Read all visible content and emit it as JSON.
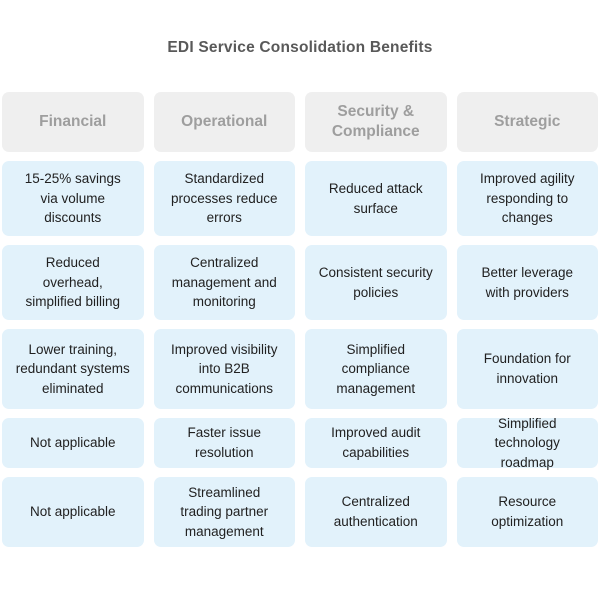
{
  "colors": {
    "background": "#ffffff",
    "title_text": "#595959",
    "header_bg": "#efefef",
    "header_text": "#9e9e9e",
    "cell_bg": "#e2f2fb",
    "cell_text": "#212121"
  },
  "chart_data": {
    "type": "table",
    "title": "EDI Service Consolidation Benefits",
    "columns": [
      "Financial",
      "Operational",
      "Security & Compliance",
      "Strategic"
    ],
    "rows": [
      [
        "15-25% savings via volume discounts",
        "Standardized processes reduce errors",
        "Reduced attack surface",
        "Improved agility responding to changes"
      ],
      [
        "Reduced overhead, simplified billing",
        "Centralized management and monitoring",
        "Consistent security policies",
        "Better leverage with providers"
      ],
      [
        "Lower training, redundant systems eliminated",
        "Improved visibility into B2B communications",
        "Simplified compliance management",
        "Foundation for innovation"
      ],
      [
        "Not applicable",
        "Faster issue resolution",
        "Improved audit capabilities",
        "Simplified technology roadmap"
      ],
      [
        "Not applicable",
        "Streamlined trading partner management",
        "Centralized authentication",
        "Resource optimization"
      ]
    ],
    "layout": {
      "legend": "none",
      "grid": "off",
      "header_row": true,
      "num_columns": 4,
      "num_data_rows": 5
    }
  }
}
